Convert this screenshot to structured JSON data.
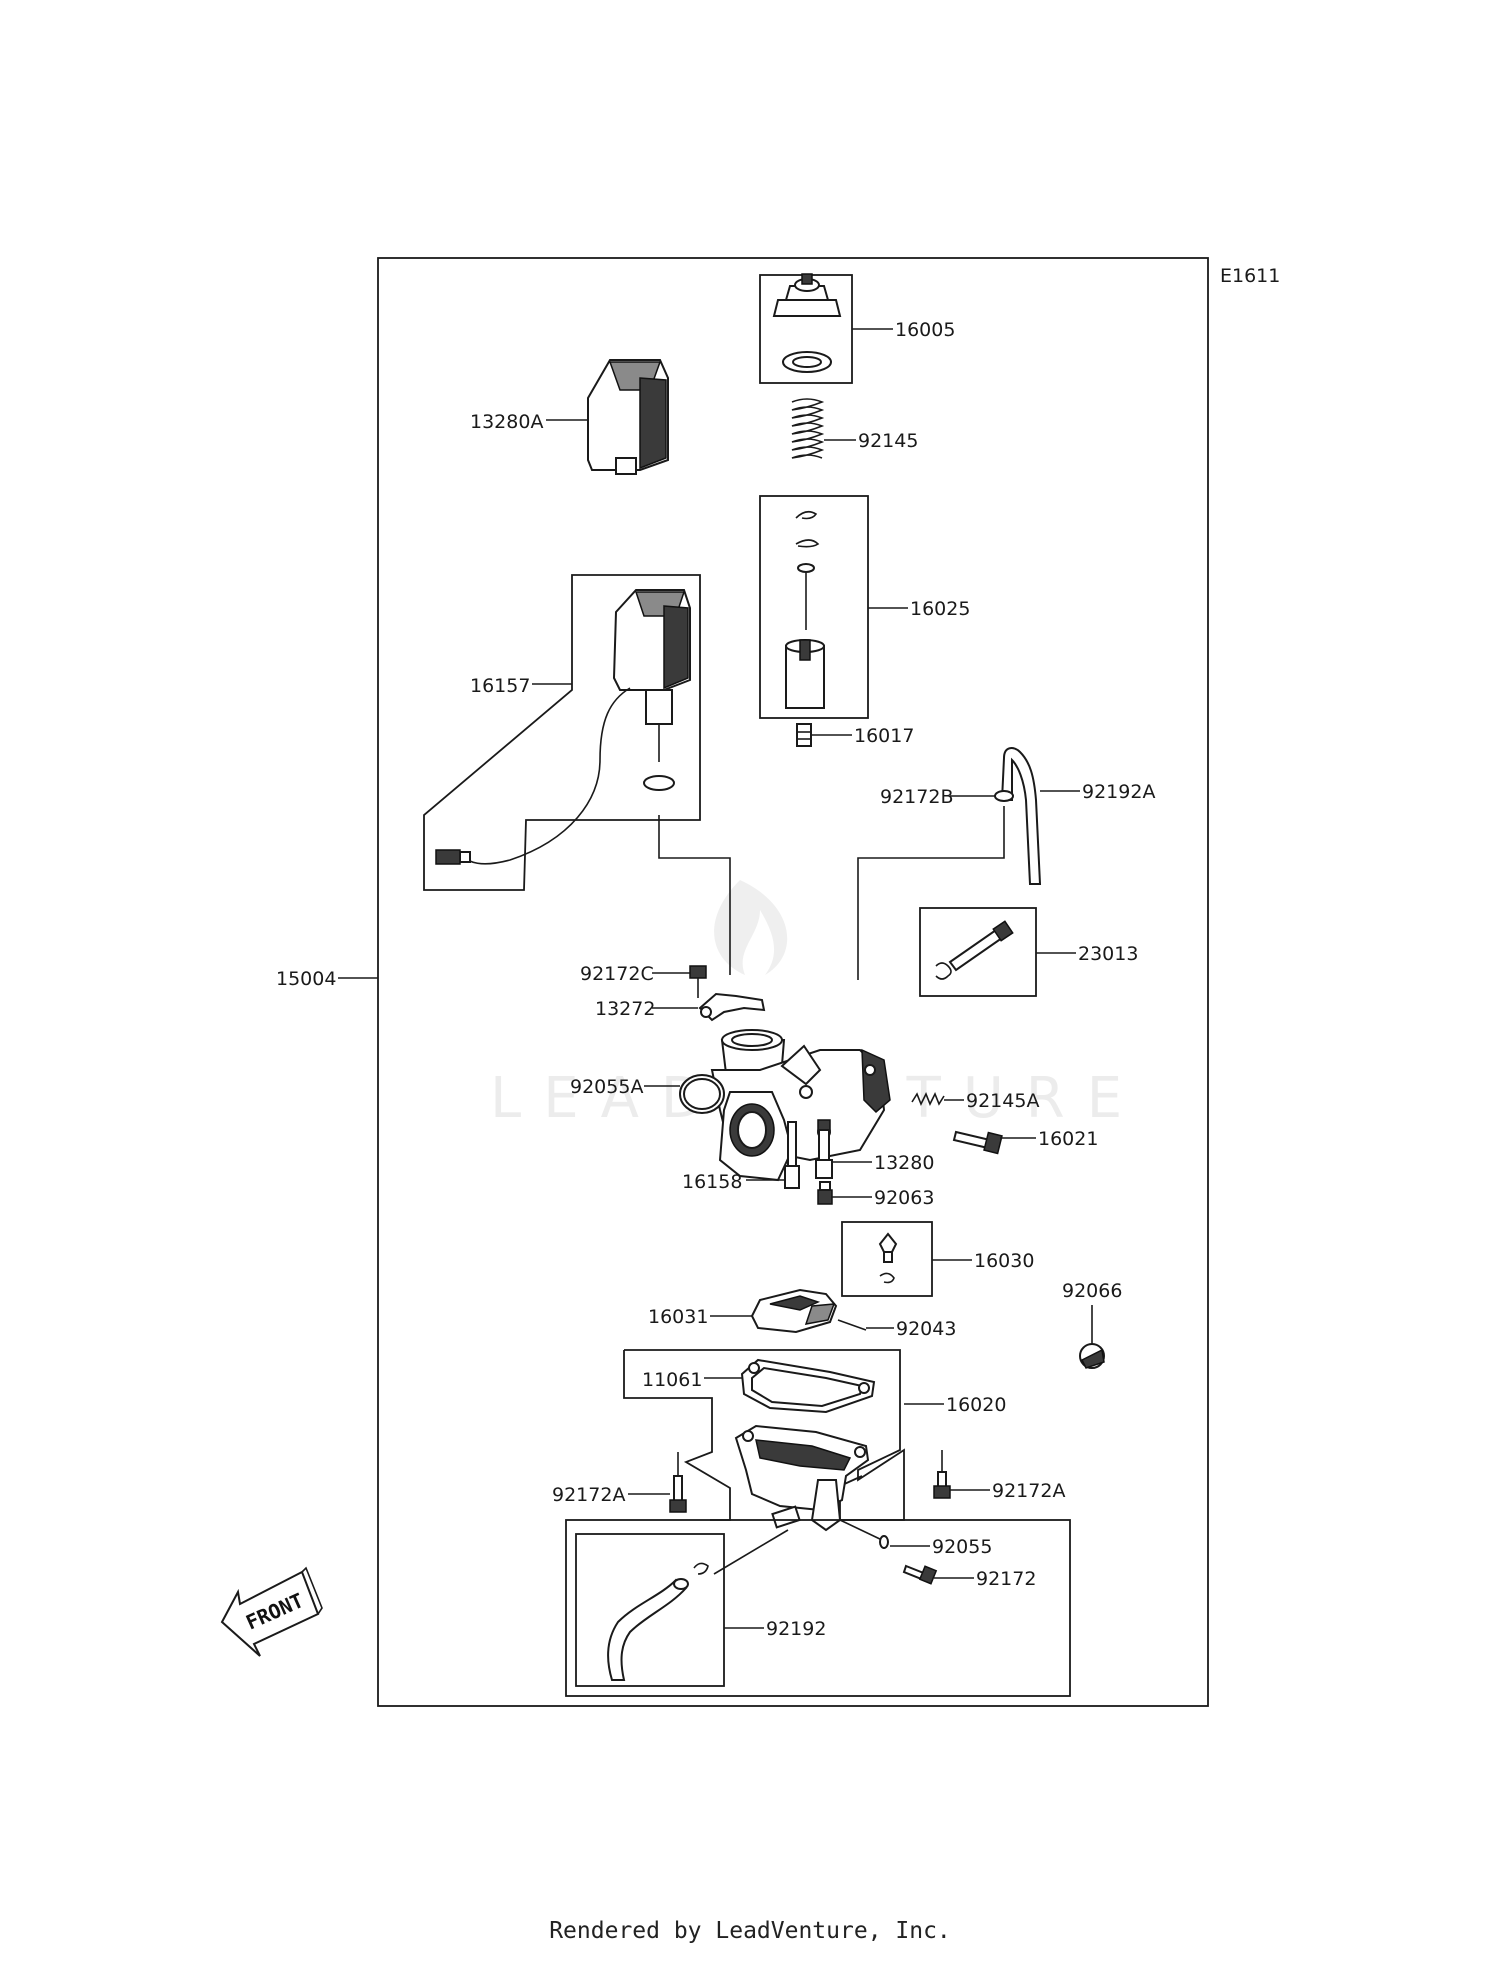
{
  "diagram": {
    "code": "E1611",
    "front_label": "FRONT",
    "watermark": "LEADVENTURE",
    "parts": {
      "p16005": "16005",
      "p92145": "92145",
      "p13280A": "13280A",
      "p16025": "16025",
      "p16157": "16157",
      "p16017": "16017",
      "p92172B": "92172B",
      "p92192A": "92192A",
      "p92172C": "92172C",
      "p13272": "13272",
      "p23013": "23013",
      "p15004": "15004",
      "p92055A": "92055A",
      "p92145A": "92145A",
      "p16021": "16021",
      "p13280": "13280",
      "p16158": "16158",
      "p92063": "92063",
      "p16030": "16030",
      "p92066": "92066",
      "p16031": "16031",
      "p92043": "92043",
      "p11061": "11061",
      "p16020": "16020",
      "p92172A_left": "92172A",
      "p92172A_right": "92172A",
      "p92055": "92055",
      "p92172": "92172",
      "p92192": "92192"
    }
  },
  "footer": {
    "text": "Rendered by LeadVenture, Inc."
  }
}
